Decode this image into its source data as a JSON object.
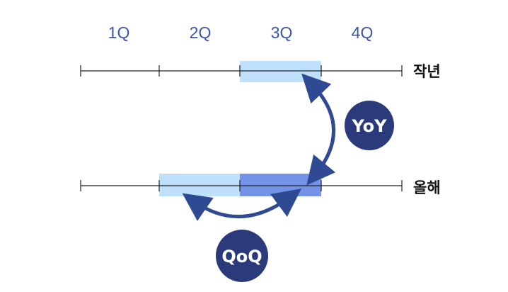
{
  "quarters": [
    "1Q",
    "2Q",
    "3Q",
    "4Q"
  ],
  "rows": {
    "last_year": "작년",
    "this_year": "올해"
  },
  "badges": {
    "yoy": "YoY",
    "qoq": "QoQ"
  },
  "colors": {
    "quarter_text": "#3b55a8",
    "light_block": "#bfe0fa",
    "highlight_block": "#7392e8",
    "arrow": "#2f4a92",
    "badge": "#2b3a7a",
    "axis": "#222222"
  }
}
